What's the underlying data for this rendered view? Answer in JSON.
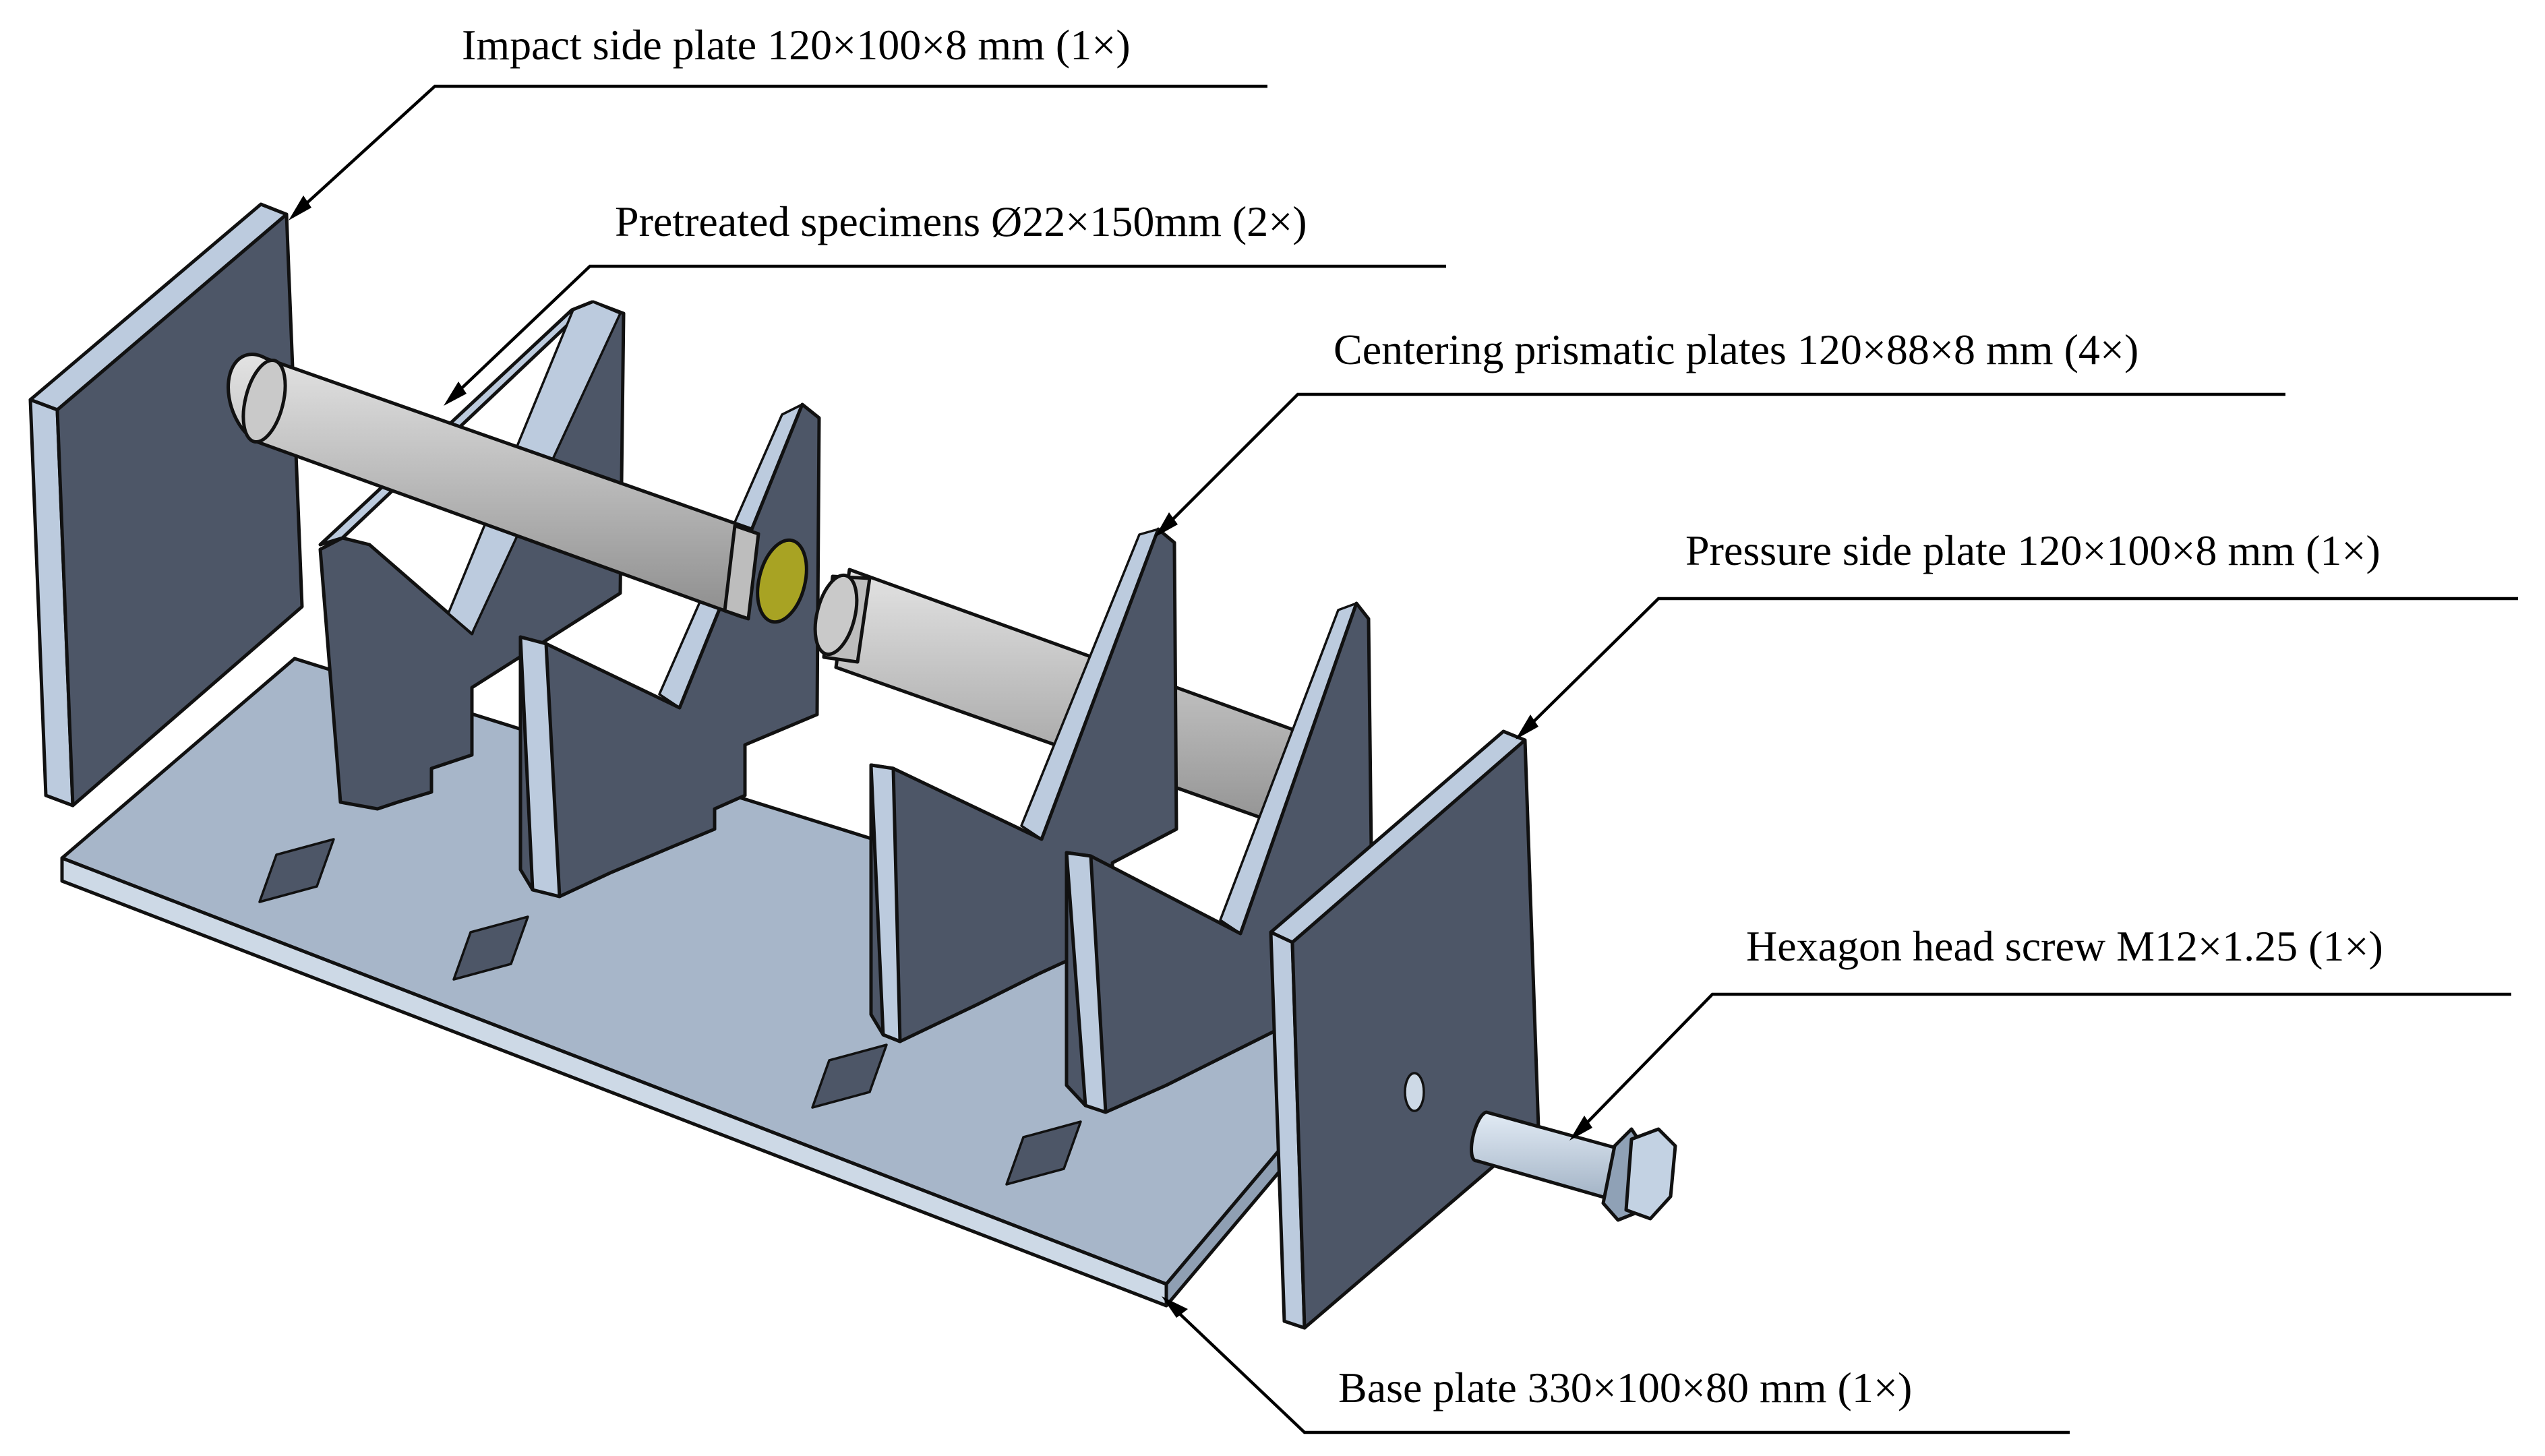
{
  "labels": {
    "impact_side_plate": "Impact side plate 120×100×8 mm (1×)",
    "specimens": "Pretreated specimens Ø22×150mm (2×)",
    "centering_plates": "Centering prismatic plates 120×88×8 mm (4×)",
    "pressure_side_plate": "Pressure side plate 120×100×8 mm (1×)",
    "screw": "Hexagon head screw M12×1.25 (1×)",
    "base_plate": "Base plate 330×100×80 mm (1×)"
  },
  "colors": {
    "plate_face": "#4d5667",
    "plate_edge": "#bccbde",
    "base_top": "#a7b6c9",
    "base_front": "#cdd9e6",
    "specimen_body": "#b9b9b9",
    "specimen_highlight": "#dddddd",
    "specimen_end_yellow": "#a8a323",
    "specimen_end_dark": "#3c3c3c",
    "screw": "#c3d2e3",
    "leader_line": "#000000"
  }
}
